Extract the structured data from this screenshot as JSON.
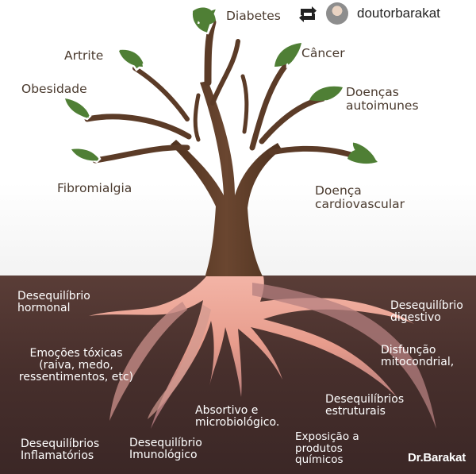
{
  "header": {
    "username": "doutorbarakat",
    "repost_icon": "repost-icon",
    "avatar": "avatar"
  },
  "illustration": {
    "type": "tree-with-roots",
    "palette": {
      "trunk": "#5b3b27",
      "leaf": "#4f7f35",
      "root": "#e8a596",
      "ground": "#472f2c",
      "top_text": "#4a3a2e",
      "root_text": "#ffffff"
    },
    "diseases": [
      "Diabetes",
      "Artrite",
      "Câncer",
      "Obesidade",
      "Doenças\nautoimunes",
      "Fibromialgia",
      "Doença\ncardiovascular"
    ],
    "causes": [
      "Desequilíbrio\nhormonal",
      "Desequilíbrio\ndigestivo",
      "Emoções tóxicas\n(raiva, medo,\nressentimentos, etc)",
      "Disfunção\nmitocondrial,",
      "Desequilíbrios\nestruturais",
      "Absortivo e\nmicrobiológico.",
      "Exposição a\nprodutos\nquímicos",
      "Desequilíbrios\nInflamatórios",
      "Desequilíbrio\nImunológico"
    ],
    "signature": "Dr.Barakat"
  }
}
